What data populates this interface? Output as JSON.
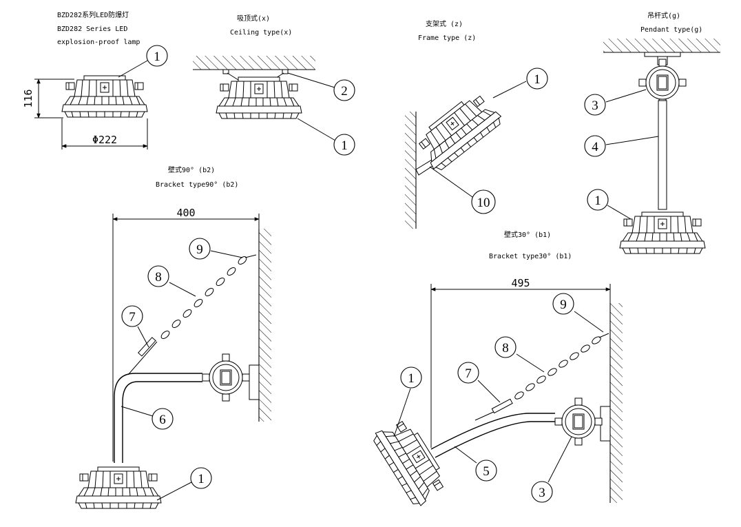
{
  "header": {
    "title_cn": "BZD282系列LED防爆灯",
    "title_en_1": "BZD282 Series LED",
    "title_en_2": "explosion-proof lamp"
  },
  "views": {
    "ceiling": {
      "cn": "吸顶式(x)",
      "en": "Ceiling type(x)"
    },
    "frame": {
      "cn": "支架式 (z)",
      "en": "Frame type (z)"
    },
    "pendant": {
      "cn": "吊杆式(g)",
      "en": "Pendant type(g)"
    },
    "bracket90": {
      "cn": "壁式90° (b2)",
      "en": "Bracket type90° (b2)"
    },
    "bracket30": {
      "cn": "壁式30° (b1)",
      "en": "Bracket type30° (b1)"
    }
  },
  "dimensions": {
    "height": "116",
    "diameter": "Φ222",
    "bracket90_width": "400",
    "bracket30_width": "495"
  },
  "callouts": {
    "lamp": "1",
    "ceiling_mount": "2",
    "junction_box": "3",
    "pendant_rod": "4",
    "bracket_arm_30": "5",
    "bracket_arm_90": "6",
    "turnbuckle": "7",
    "chain": "8",
    "wall_hook": "9",
    "frame_support": "10"
  },
  "colors": {
    "line": "#000000",
    "background": "#ffffff"
  }
}
